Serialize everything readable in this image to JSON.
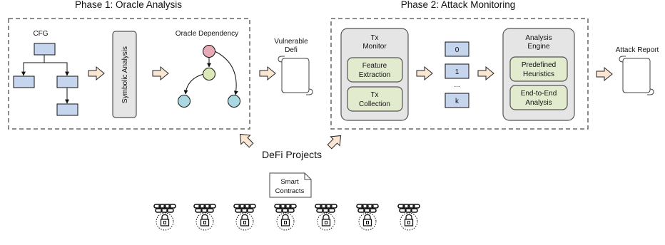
{
  "phase1": {
    "title": "Phase 1: Oracle Analysis",
    "cfg_label": "CFG",
    "symbolic_label": "Symbolic Analysis",
    "oracle_label": "Oracle Dependency"
  },
  "vulnerable": {
    "line1": "Vulnerable",
    "line2": "Defi"
  },
  "phase2": {
    "title": "Phase 2: Attack Monitoring",
    "tx_monitor": {
      "title_line1": "Tx",
      "title_line2": "Monitor",
      "feature_line1": "Feature",
      "feature_line2": "Extraction",
      "collection_line1": "Tx",
      "collection_line2": "Collection"
    },
    "queue": [
      "0",
      "1",
      "...",
      "k"
    ],
    "engine": {
      "title_line1": "Analysis",
      "title_line2": "Engine",
      "heuristics_line1": "Predefined",
      "heuristics_line2": "Heuristics",
      "e2e_line1": "End-to-End",
      "e2e_line2": "Analysis"
    }
  },
  "attack_report": "Attack Report",
  "defi_projects": "DeFi Projects",
  "smart_contracts": {
    "line1": "Smart",
    "line2": "Contracts"
  },
  "colors": {
    "node_blue": "#c6d5ee",
    "node_pink": "#e7a9b5",
    "node_green": "#dbe8b8",
    "node_cyan": "#a9d8e1",
    "gray_box": "#e5e5e5",
    "green_box": "#e2ebce",
    "arrow_fill": "#fbe6d4",
    "border_dash": "#666666"
  },
  "icons": [
    "document-scroll-icon",
    "blockchain-lock-icon",
    "block-arrow-icon"
  ]
}
